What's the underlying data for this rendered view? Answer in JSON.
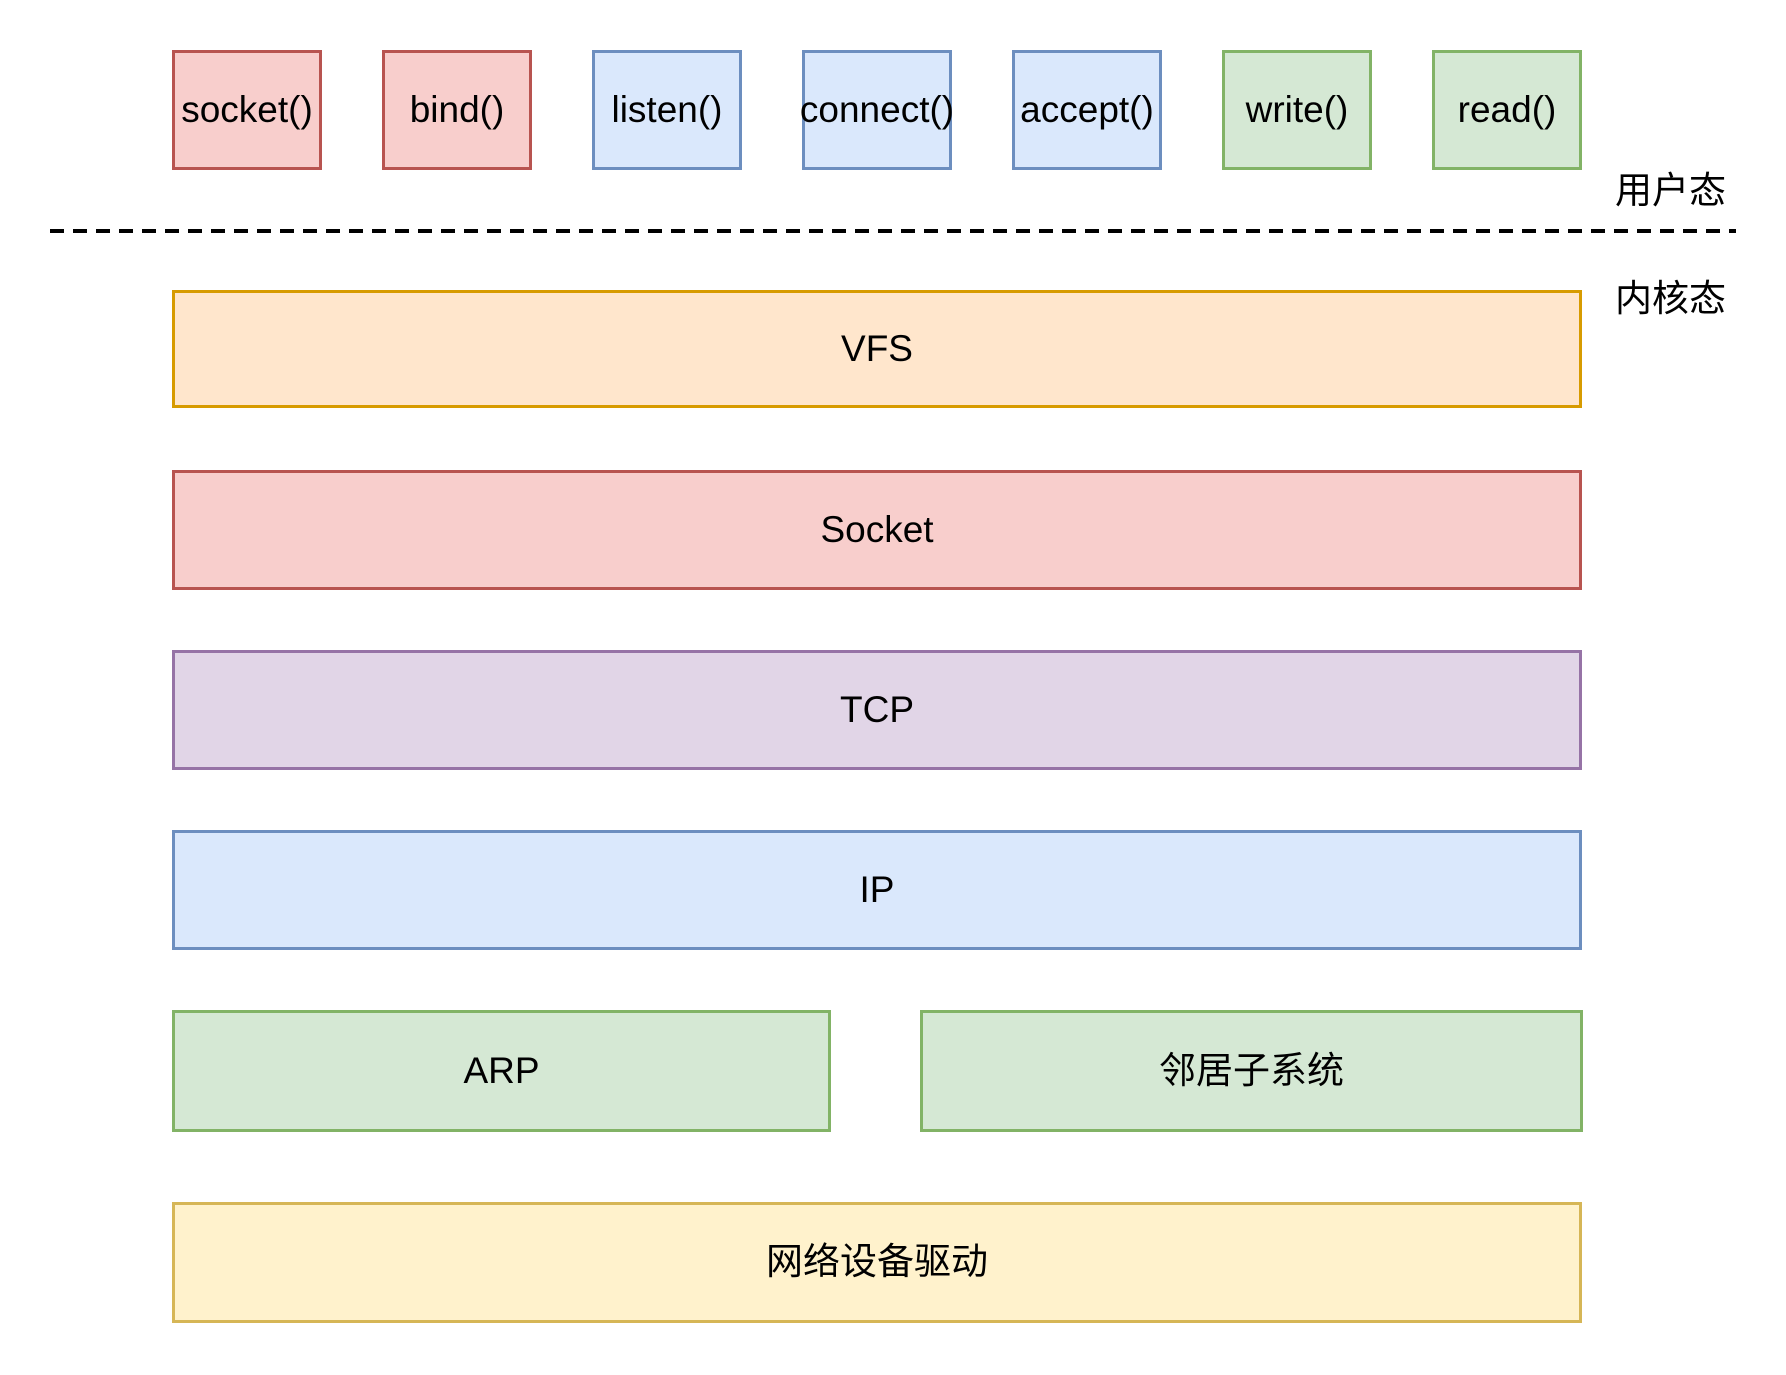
{
  "user_space": {
    "mode_label": "用户态",
    "syscalls": [
      {
        "label": "socket()",
        "fill": "#f8cecc",
        "stroke": "#b85450"
      },
      {
        "label": "bind()",
        "fill": "#f8cecc",
        "stroke": "#b85450"
      },
      {
        "label": "listen()",
        "fill": "#dae8fc",
        "stroke": "#6c8ebf"
      },
      {
        "label": "connect()",
        "fill": "#dae8fc",
        "stroke": "#6c8ebf"
      },
      {
        "label": "accept()",
        "fill": "#dae8fc",
        "stroke": "#6c8ebf"
      },
      {
        "label": "write()",
        "fill": "#d5e8d4",
        "stroke": "#82b366"
      },
      {
        "label": "read()",
        "fill": "#d5e8d4",
        "stroke": "#82b366"
      }
    ]
  },
  "kernel_space": {
    "mode_label": "内核态",
    "layers": [
      {
        "label": "VFS",
        "fill": "#ffe6cc",
        "stroke": "#d79b00"
      },
      {
        "label": "Socket",
        "fill": "#f8cecc",
        "stroke": "#b85450"
      },
      {
        "label": "TCP",
        "fill": "#e1d5e7",
        "stroke": "#9673a6"
      },
      {
        "label": "IP",
        "fill": "#dae8fc",
        "stroke": "#6c8ebf"
      }
    ],
    "link_layer": {
      "arp": {
        "label": "ARP",
        "fill": "#d5e8d4",
        "stroke": "#82b366"
      },
      "neighbor": {
        "label": "邻居子系统",
        "fill": "#d5e8d4",
        "stroke": "#82b366"
      }
    },
    "driver_layer": {
      "label": "网络设备驱动",
      "fill": "#fff2cc",
      "stroke": "#d6b656"
    }
  },
  "divider": {
    "style": "dashed",
    "color": "#000000"
  }
}
